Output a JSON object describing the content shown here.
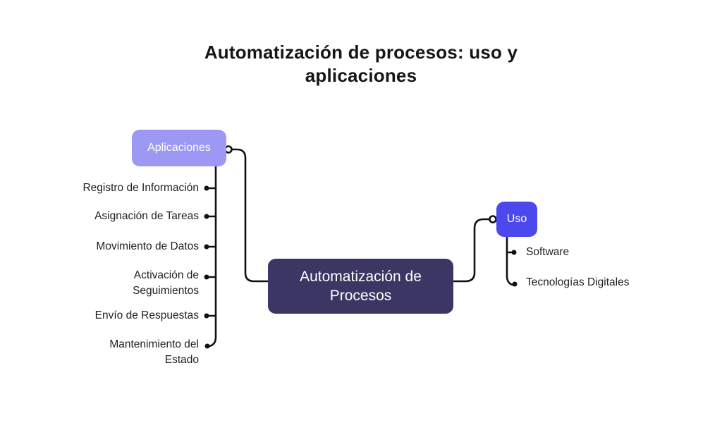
{
  "title": "Automatización de procesos: uso y aplicaciones",
  "colors": {
    "background": "#ffffff",
    "title_text": "#161616",
    "leaf_text": "#1f1f1f",
    "connector_line": "#111111",
    "central_node_bg": "#3b3663",
    "aplicaciones_node_bg": "#9d98f3",
    "uso_node_bg": "#4b49ee",
    "node_text": "#ffffff"
  },
  "central": {
    "label": "Automatización de Procesos"
  },
  "branches": {
    "aplicaciones": {
      "label": "Aplicaciones",
      "children": [
        {
          "label": "Registro de Información"
        },
        {
          "label": "Asignación de Tareas"
        },
        {
          "label": "Movimiento de Datos"
        },
        {
          "label": "Activación de Seguimientos"
        },
        {
          "label": "Envío de Respuestas"
        },
        {
          "label": "Mantenimiento del Estado"
        }
      ]
    },
    "uso": {
      "label": "Uso",
      "children": [
        {
          "label": "Software"
        },
        {
          "label": "Tecnologías Digitales"
        }
      ]
    }
  }
}
